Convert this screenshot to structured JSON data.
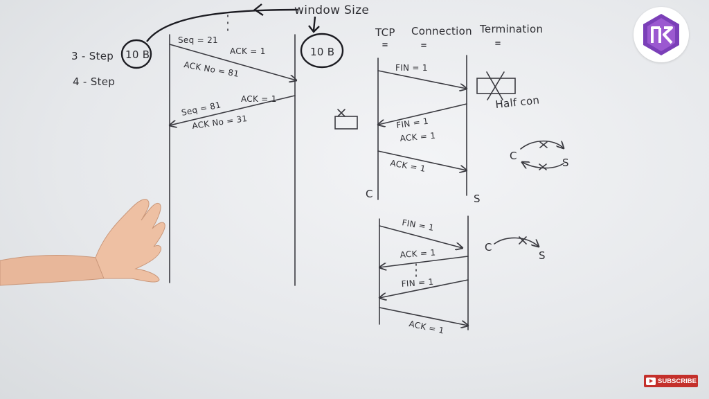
{
  "board": {
    "left_notes": {
      "step3": "3 - Step",
      "step4": "4 - Step",
      "window_left": "10 B"
    },
    "window_size": {
      "label": "window Size",
      "window_right": "10 B"
    },
    "diagram1": {
      "msg1": {
        "seq": "Seq = 21",
        "ack": "ACK = 1",
        "ack_no": "ACK No = 81"
      },
      "msg2": {
        "seq": "Seq = 81",
        "ack": "ACK = 1",
        "ack_no": "ACK No = 31"
      }
    },
    "termination": {
      "title_parts": [
        "TCP",
        "Connection",
        "Termination"
      ],
      "diagram3": {
        "fin1": "FIN = 1",
        "fin2": "FIN = 1",
        "ack2": "ACK = 1",
        "ack3": "ACK = 1",
        "label_c": "C",
        "label_s": "S",
        "half_con": "Half con"
      },
      "side_c": "C",
      "side_s": "S",
      "diagram4": {
        "fin1": "FIN = 1",
        "ack1": "ACK = 1",
        "fin2": "FIN = 1",
        "ack2": "ACK = 1"
      },
      "side2_c": "C",
      "side2_s": "S"
    }
  },
  "channel": {
    "subscribe_label": "SUBSCRIBE"
  },
  "icons": [
    "channel-logo-icon",
    "x-mark-icon",
    "play-icon"
  ],
  "colors": {
    "ink": "#2e2e33",
    "board": "#e9ecef",
    "logo_purple": "#7b3fb8",
    "subscribe_red": "#c4302b"
  }
}
